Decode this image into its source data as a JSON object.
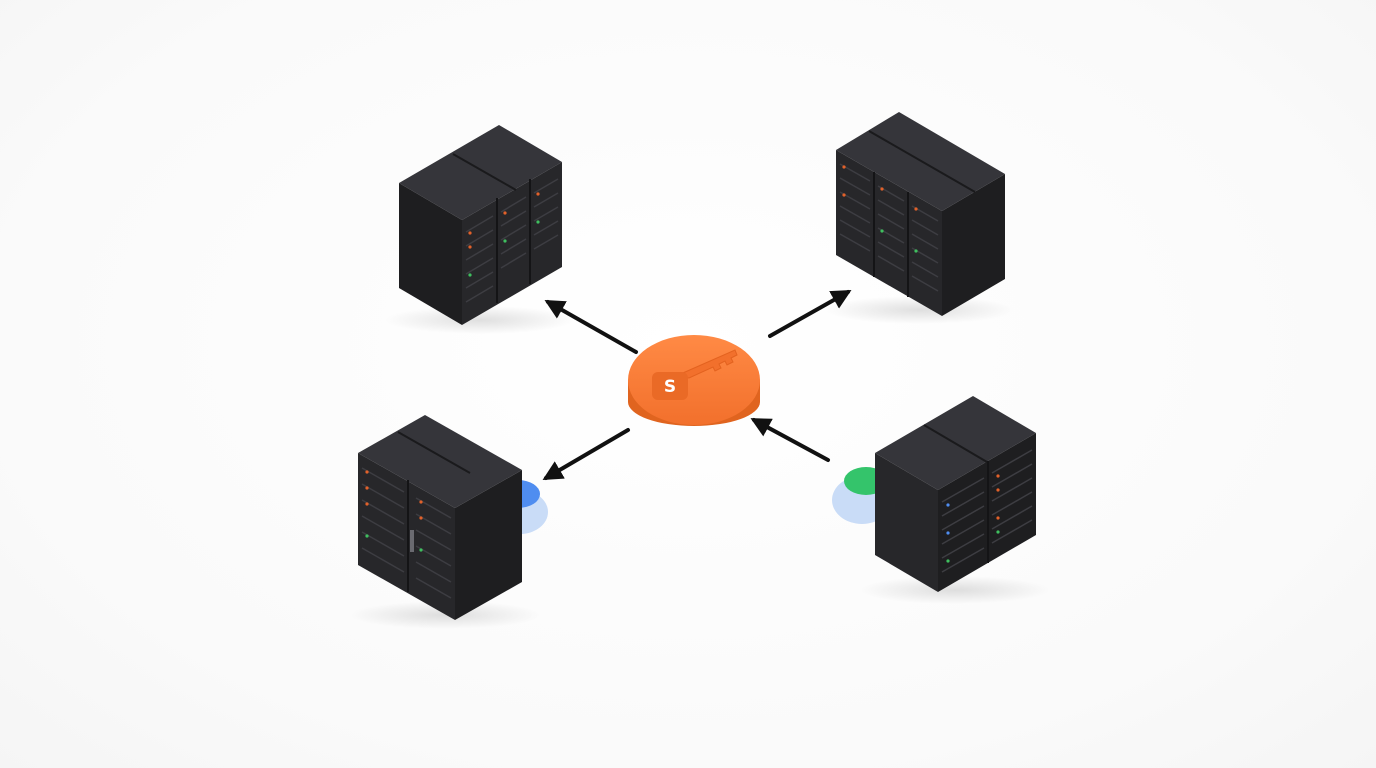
{
  "diagram": {
    "hub": {
      "icon": "key-icon",
      "symbol": "S",
      "color": "#f47a35"
    },
    "nodes": [
      {
        "id": "server-top-left",
        "icon": "server-rack-icon",
        "badge": null,
        "arrow": "outgoing"
      },
      {
        "id": "server-top-right",
        "icon": "server-rack-icon",
        "badge": null,
        "arrow": "outgoing"
      },
      {
        "id": "server-bottom-left",
        "icon": "server-rack-icon",
        "badge": "blue",
        "arrow": "outgoing"
      },
      {
        "id": "server-bottom-right",
        "icon": "server-rack-icon",
        "badge": "green",
        "arrow": "incoming"
      }
    ],
    "colors": {
      "rack_front": "#1f1f21",
      "rack_side": "#2b2b2e",
      "rack_top": "#3a3a3d",
      "arrow": "#111111",
      "badge_blue": "#4f8df0",
      "badge_green": "#34c46b",
      "badge_base": "#c9dcf7"
    }
  }
}
